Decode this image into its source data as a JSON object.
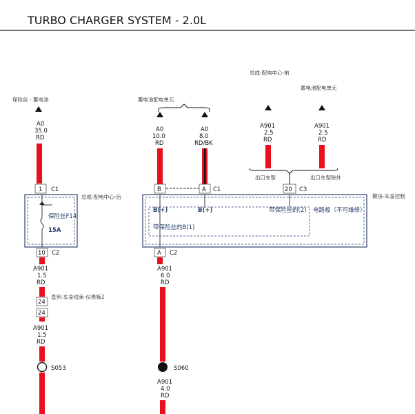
{
  "title": "TURBO CHARGER SYSTEM - 2.0L",
  "labels": {
    "fuse_box_battery": "保险丝 - 蓄电池",
    "battery_power_dist": "蓄电池配电单元",
    "dist_center_front": "总成-配电中心-前",
    "battery_power_dist_2": "蓄电池配电单元",
    "wire_a0_35": {
      "circuit": "A0",
      "gauge": "35.0",
      "color": "RD"
    },
    "wire_a0_10": {
      "circuit": "A0",
      "gauge": "10.0",
      "color": "RD"
    },
    "wire_a0_8": {
      "circuit": "A0",
      "gauge": "8.0",
      "color": "RD/BK"
    },
    "wire_a901_25a": {
      "circuit": "A901",
      "gauge": "2.5",
      "color": "RD"
    },
    "wire_a901_25b": {
      "circuit": "A901",
      "gauge": "2.5",
      "color": "RD"
    },
    "conn_c1_left": "C1",
    "pin_1": "1",
    "conn_c1_mid": "C1",
    "pin_b": "B",
    "pin_a": "A",
    "export_type_1": "出口车型",
    "export_type_2": "出口车型除外",
    "pin_20": "20",
    "conn_c3": "C3",
    "dist_center_rear": "总成-配电中心-后",
    "fuse_text": "保险丝F14",
    "fuse_amp": "15A",
    "module_body": "模块-车身控制",
    "b_plus_1": "B(+)",
    "b_plus_2": "B(+)",
    "fused_circuit_2": "带保险丝的(2)",
    "circuit_board": "电路板（不可维修）",
    "fused_b1": "带保险丝的B(1)",
    "pin_10": "10",
    "conn_c2_left": "C2",
    "pin_a_c2": "A",
    "conn_c2_mid": "C2",
    "wire_a901_15a": {
      "circuit": "A901",
      "gauge": "1.5",
      "color": "RD"
    },
    "wire_a901_6": {
      "circuit": "A901",
      "gauge": "6.0",
      "color": "RD"
    },
    "pin_24a": "24",
    "pin_24b": "24",
    "inline_conn": "直列-车身线束-仪表板2",
    "wire_a901_15b": {
      "circuit": "A901",
      "gauge": "1.5",
      "color": "RD"
    },
    "splice_s053": "S053",
    "splice_s060": "S060",
    "wire_a901_4": {
      "circuit": "A901",
      "gauge": "4.0",
      "color": "RD"
    }
  },
  "colors": {
    "wire_red": "#e8101c",
    "wire_black": "#111111",
    "component_border": "#2a3f6e",
    "component_fill": "#ffffff"
  }
}
